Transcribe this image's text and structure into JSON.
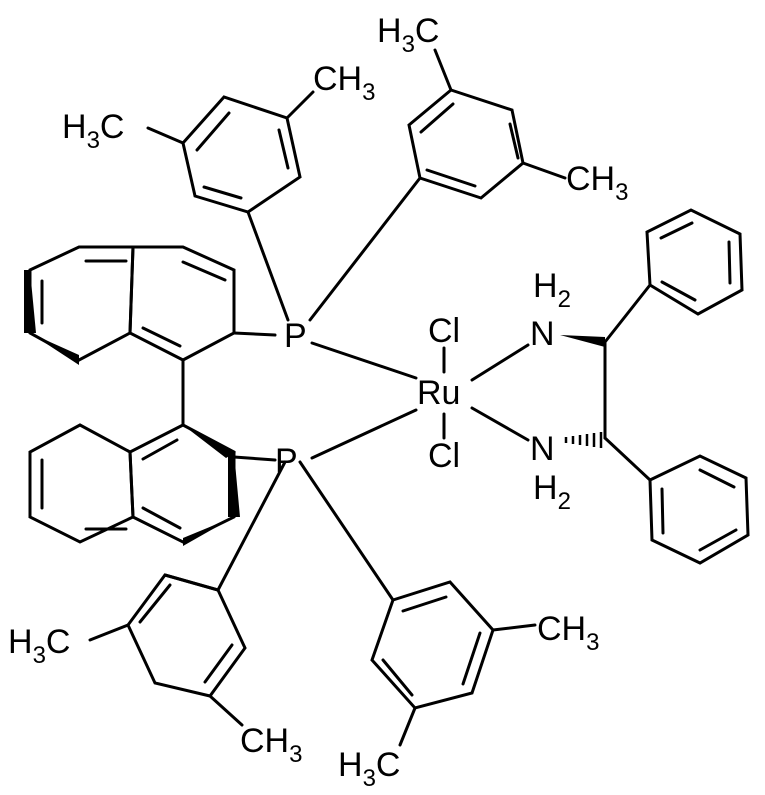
{
  "structure": {
    "atoms": {
      "ru": "Ru",
      "cl_top": "Cl",
      "cl_bottom": "Cl",
      "p_upper": "P",
      "p_lower": "P",
      "n_upper": "N",
      "n_lower": "N",
      "h2_upper": {
        "main": "H",
        "sub": "2"
      },
      "h2_lower": {
        "main": "H",
        "sub": "2"
      }
    },
    "methyl_groups": {
      "me1": {
        "h": "H",
        "sub": "3",
        "c": "C"
      },
      "me2": {
        "c": "CH",
        "sub": "3"
      },
      "me3": {
        "h": "H",
        "sub": "3",
        "c": "C"
      },
      "me4": {
        "c": "CH",
        "sub": "3"
      },
      "me5": {
        "h": "H",
        "sub": "3",
        "c": "C"
      },
      "me6": {
        "c": "CH",
        "sub": "3"
      },
      "me7": {
        "c": "CH",
        "sub": "3"
      },
      "me8": {
        "h": "H",
        "sub": "3",
        "c": "C"
      }
    }
  }
}
